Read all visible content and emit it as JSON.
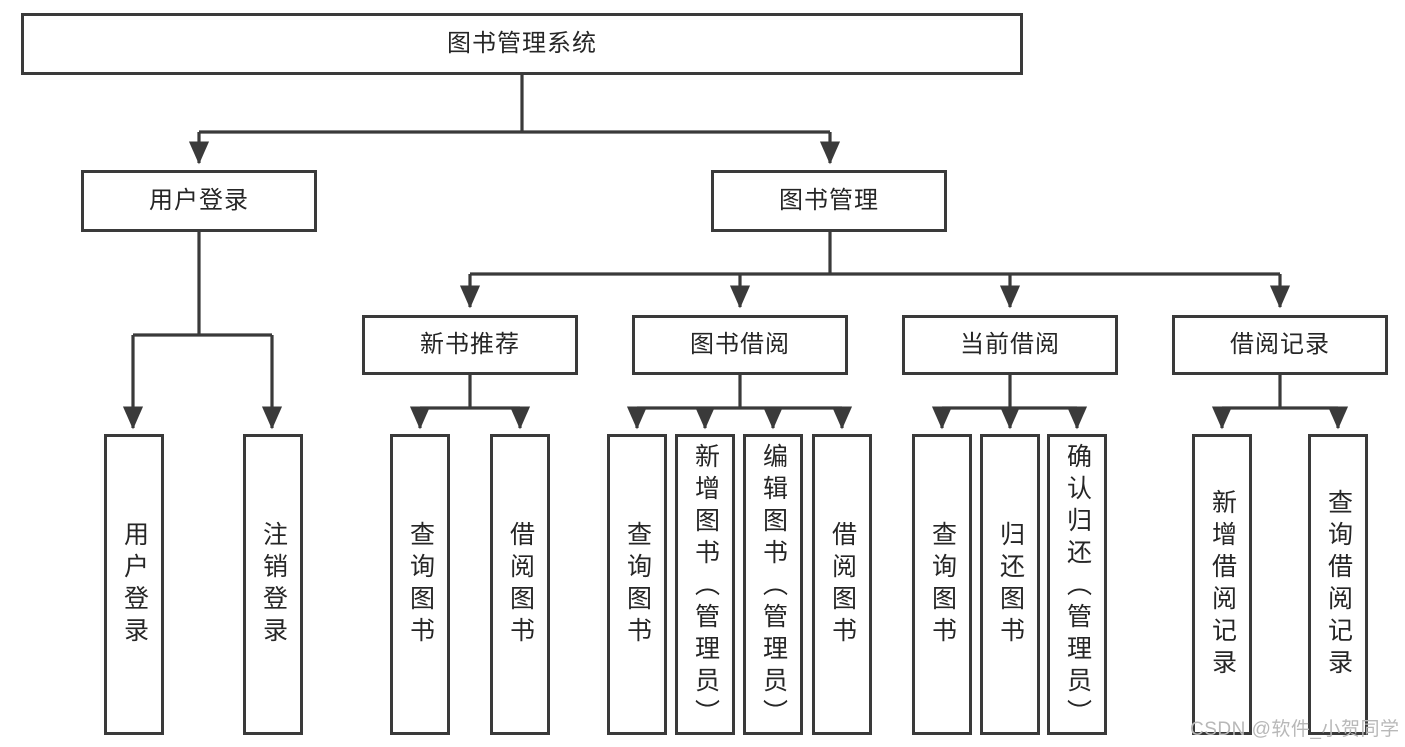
{
  "diagram": {
    "type": "tree",
    "title": "图书管理系统",
    "orientation": "top-down",
    "root": {
      "label": "图书管理系统"
    },
    "level2": [
      {
        "label": "用户登录"
      },
      {
        "label": "图书管理"
      }
    ],
    "level3": [
      {
        "label": "新书推荐"
      },
      {
        "label": "图书借阅"
      },
      {
        "label": "当前借阅"
      },
      {
        "label": "借阅记录"
      }
    ],
    "leaves": {
      "user_login": [
        {
          "label": "用户登录"
        },
        {
          "label": "注销登录"
        }
      ],
      "new_book": [
        {
          "label": "查询图书"
        },
        {
          "label": "借阅图书"
        }
      ],
      "book_borrow": [
        {
          "label": "查询图书"
        },
        {
          "label": "新增图书（管理员）"
        },
        {
          "label": "编辑图书（管理员）"
        },
        {
          "label": "借阅图书"
        }
      ],
      "current_borrow": [
        {
          "label": "查询图书"
        },
        {
          "label": "归还图书"
        },
        {
          "label": "确认归还（管理员）"
        }
      ],
      "borrow_record": [
        {
          "label": "新增借阅记录"
        },
        {
          "label": "查询借阅记录"
        }
      ]
    }
  },
  "watermark": {
    "text": "CSDN @软件_小贺同学"
  },
  "colors": {
    "border": "#3a3a3a",
    "text": "#262626",
    "background": "#ffffff",
    "watermark": "#b8b8b8"
  }
}
